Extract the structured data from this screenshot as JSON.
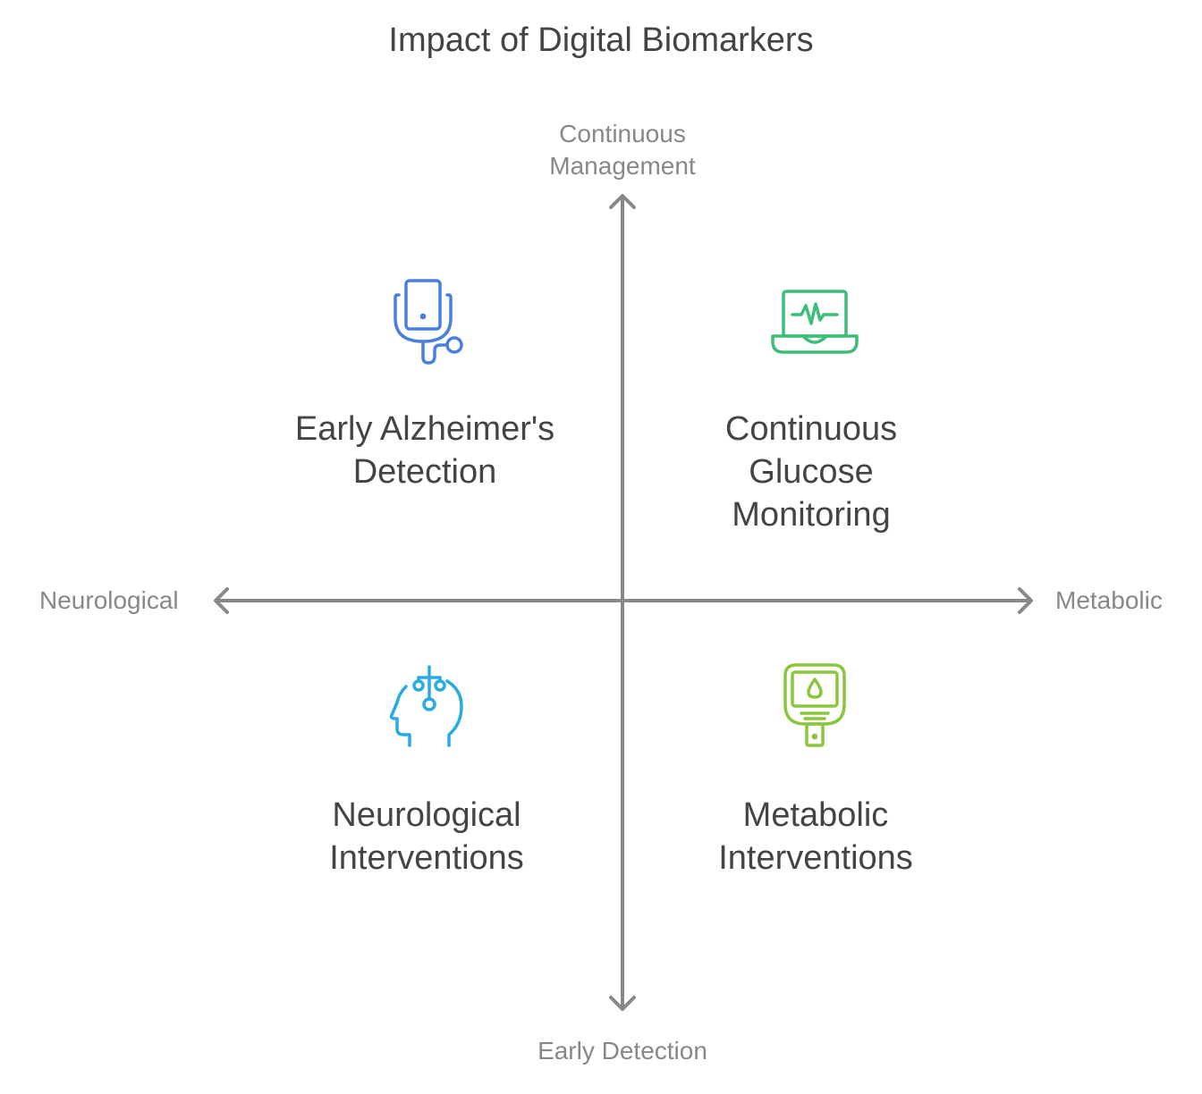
{
  "title": "Impact of Digital Biomarkers",
  "axes": {
    "top": [
      "Continuous",
      "Management"
    ],
    "bottom": "Early Detection",
    "left": "Neurological",
    "right": "Metabolic"
  },
  "quadrants": {
    "top_left": {
      "label": [
        "Early Alzheimer's",
        "Detection"
      ],
      "icon": "tablet-stethoscope-icon",
      "color": "#4A7FE0"
    },
    "top_right": {
      "label": [
        "Continuous",
        "Glucose",
        "Monitoring"
      ],
      "icon": "laptop-heartbeat-icon",
      "color": "#3DBE78"
    },
    "bottom_left": {
      "label": [
        "Neurological",
        "Interventions"
      ],
      "icon": "head-circuit-icon",
      "color": "#29ABE2"
    },
    "bottom_right": {
      "label": [
        "Metabolic",
        "Interventions"
      ],
      "icon": "glucose-meter-icon",
      "color": "#8CC63F"
    }
  },
  "colors": {
    "axis": "#888888",
    "text": "#444444",
    "axis_label": "#888888"
  }
}
